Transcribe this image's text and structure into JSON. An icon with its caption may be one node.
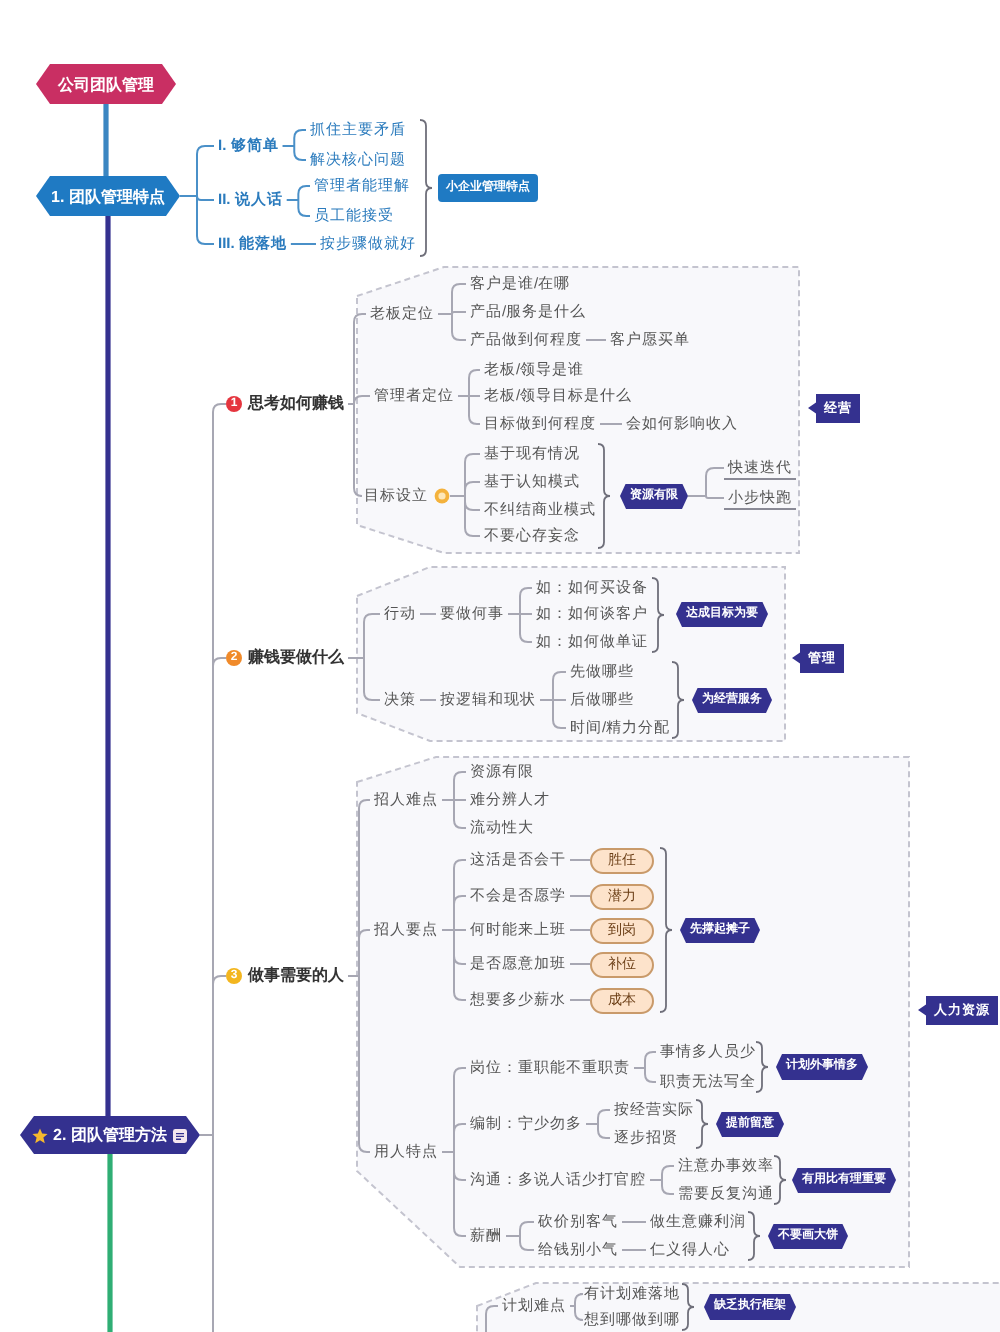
{
  "diagram": {
    "nodes": [
      {
        "text": [
          "公司团队管理"
        ]
      },
      {
        "text": [
          "1. 团队管理特点"
        ]
      },
      {
        "text": [
          "I. 够简单"
        ]
      },
      {
        "text": [
          "抓住主要矛盾"
        ]
      },
      {
        "text": [
          "解决核心问题"
        ]
      },
      {
        "text": [
          "II. 说人话"
        ]
      },
      {
        "text": [
          "管理者能理解"
        ]
      },
      {
        "text": [
          "员工能接受"
        ]
      },
      {
        "text": [
          "III. 能落地"
        ]
      },
      {
        "text": [
          "按步骤做就好"
        ]
      },
      {
        "text": [
          "小企业管理特点"
        ]
      },
      {
        "text": [
          "2. 团队管理方法"
        ]
      },
      {
        "text": [
          "1",
          "思考如何赚钱"
        ]
      },
      {
        "text": [],
        "shape": "box"
      },
      {
        "text": [
          "老板定位"
        ],
        "in": 13
      },
      {
        "text": [
          "客户是谁/在哪"
        ],
        "in": 13
      },
      {
        "text": [
          "产品/服务是什么"
        ],
        "in": 13
      },
      {
        "text": [
          "产品做到何程度"
        ],
        "in": 13
      },
      {
        "text": [
          "客户愿买单"
        ],
        "in": 13
      },
      {
        "text": [
          "管理者定位"
        ],
        "in": 13
      },
      {
        "text": [
          "老板/领导是谁"
        ],
        "in": 13
      },
      {
        "text": [
          "老板/领导目标是什么"
        ],
        "in": 13
      },
      {
        "text": [
          "目标做到何程度"
        ],
        "in": 13
      },
      {
        "text": [
          "会如何影响收入"
        ],
        "in": 13
      },
      {
        "text": [
          "目标设立"
        ],
        "in": 13
      },
      {
        "text": [
          "基于现有情况"
        ],
        "in": 13
      },
      {
        "text": [
          "基于认知模式"
        ],
        "in": 13
      },
      {
        "text": [
          "不纠结商业模式"
        ],
        "in": 13
      },
      {
        "text": [
          "不要心存妄念"
        ],
        "in": 13
      },
      {
        "text": [
          "资源有限"
        ],
        "in": 13
      },
      {
        "text": [
          "快速迭代"
        ],
        "in": 13
      },
      {
        "text": [
          "小步快跑"
        ],
        "in": 13
      },
      {
        "text": [
          "经营"
        ]
      },
      {
        "text": [
          "2",
          "赚钱要做什么"
        ]
      },
      {
        "text": [],
        "shape": "box"
      },
      {
        "text": [
          "行动"
        ],
        "in": 34
      },
      {
        "text": [
          "要做何事"
        ],
        "in": 34
      },
      {
        "text": [
          "如：如何买设备"
        ],
        "in": 34
      },
      {
        "text": [
          "如：如何谈客户"
        ],
        "in": 34
      },
      {
        "text": [
          "如：如何做单证"
        ],
        "in": 34
      },
      {
        "text": [
          "达成目标为要"
        ],
        "in": 34
      },
      {
        "text": [
          "决策"
        ],
        "in": 34
      },
      {
        "text": [
          "按逻辑和现状"
        ],
        "in": 34
      },
      {
        "text": [
          "先做哪些"
        ],
        "in": 34
      },
      {
        "text": [
          "后做哪些"
        ],
        "in": 34
      },
      {
        "text": [
          "时间/精力分配"
        ],
        "in": 34
      },
      {
        "text": [
          "为经营服务"
        ],
        "in": 34
      },
      {
        "text": [
          "管理"
        ]
      },
      {
        "text": [
          "3",
          "做事需要的人"
        ]
      },
      {
        "text": [],
        "shape": "box"
      },
      {
        "text": [
          "招人难点"
        ],
        "in": 49
      },
      {
        "text": [
          "资源有限"
        ],
        "in": 49
      },
      {
        "text": [
          "难分辨人才"
        ],
        "in": 49
      },
      {
        "text": [
          "流动性大"
        ],
        "in": 49
      },
      {
        "text": [
          "招人要点"
        ],
        "in": 49
      },
      {
        "text": [
          "这活是否会干"
        ],
        "in": 49
      },
      {
        "text": [
          "胜任"
        ],
        "in": 49
      },
      {
        "text": [
          "不会是否愿学"
        ],
        "in": 49
      },
      {
        "text": [
          "潜力"
        ],
        "in": 49
      },
      {
        "text": [
          "何时能来上班"
        ],
        "in": 49
      },
      {
        "text": [
          "到岗"
        ],
        "in": 49
      },
      {
        "text": [
          "是否愿意加班"
        ],
        "in": 49
      },
      {
        "text": [
          "补位"
        ],
        "in": 49
      },
      {
        "text": [
          "想要多少薪水"
        ],
        "in": 49
      },
      {
        "text": [
          "成本"
        ],
        "in": 49
      },
      {
        "text": [
          "先撑起摊子"
        ],
        "in": 49
      },
      {
        "text": [
          "用人特点"
        ],
        "in": 49
      },
      {
        "text": [
          "岗位：重职能不重职责"
        ],
        "in": 49
      },
      {
        "text": [
          "事情多人员少"
        ],
        "in": 49
      },
      {
        "text": [
          "职责无法写全"
        ],
        "in": 49
      },
      {
        "text": [
          "计划外事情多"
        ],
        "in": 49
      },
      {
        "text": [
          "编制：宁少勿多"
        ],
        "in": 49
      },
      {
        "text": [
          "按经营实际"
        ],
        "in": 49
      },
      {
        "text": [
          "逐步招贤"
        ],
        "in": 49
      },
      {
        "text": [
          "提前留意"
        ],
        "in": 49
      },
      {
        "text": [
          "沟通：多说人话少打官腔"
        ],
        "in": 49
      },
      {
        "text": [
          "注意办事效率"
        ],
        "in": 49
      },
      {
        "text": [
          "需要反复沟通"
        ],
        "in": 49
      },
      {
        "text": [
          "有用比有理重要"
        ],
        "in": 49
      },
      {
        "text": [
          "薪酬"
        ],
        "in": 49
      },
      {
        "text": [
          "砍价别客气"
        ],
        "in": 49
      },
      {
        "text": [
          "做生意赚利润"
        ],
        "in": 49
      },
      {
        "text": [
          "给钱别小气"
        ],
        "in": 49
      },
      {
        "text": [
          "仁义得人心"
        ],
        "in": 49
      },
      {
        "text": [
          "不要画大饼"
        ],
        "in": 49
      },
      {
        "text": [
          "人力资源"
        ]
      },
      {
        "text": [],
        "shape": "box"
      },
      {
        "text": [
          "计划难点"
        ],
        "in": 86
      },
      {
        "text": [
          "有计划难落地"
        ],
        "in": 86
      },
      {
        "text": [
          "想到哪做到哪"
        ],
        "in": 86
      },
      {
        "text": [
          "缺乏执行框架"
        ],
        "in": 86
      }
    ],
    "edges": [
      {
        "from": 0,
        "to": 1,
        "arrow": "none",
        "style": "thick",
        "color": "#3b86c2"
      },
      {
        "from": 1,
        "to": 11,
        "arrow": "none",
        "style": "thick",
        "color": "#34318f"
      },
      {
        "from": 11,
        "to": null,
        "arrow": "none",
        "style": "thick",
        "color": "#2fae74"
      },
      {
        "from": 1,
        "to": 2,
        "arrow": "none",
        "color": "#4a90c8"
      },
      {
        "from": 1,
        "to": 5,
        "arrow": "none",
        "color": "#4a90c8"
      },
      {
        "from": 1,
        "to": 8,
        "arrow": "none",
        "color": "#4a90c8"
      },
      {
        "from": 2,
        "to": 3,
        "arrow": "none",
        "color": "#4a90c8"
      },
      {
        "from": 2,
        "to": 4,
        "arrow": "none",
        "color": "#4a90c8"
      },
      {
        "from": 5,
        "to": 6,
        "arrow": "none",
        "color": "#4a90c8"
      },
      {
        "from": 5,
        "to": 7,
        "arrow": "none",
        "color": "#4a90c8"
      },
      {
        "from": 8,
        "to": 9,
        "arrow": "none",
        "color": "#4a90c8"
      },
      {
        "from": 11,
        "to": 12,
        "arrow": "none"
      },
      {
        "from": 11,
        "to": 33,
        "arrow": "none"
      },
      {
        "from": 11,
        "to": 48,
        "arrow": "none"
      },
      {
        "from": 11,
        "to": null,
        "arrow": "none"
      },
      {
        "from": 12,
        "to": 14,
        "arrow": "none"
      },
      {
        "from": 12,
        "to": 19,
        "arrow": "none"
      },
      {
        "from": 12,
        "to": 24,
        "arrow": "none"
      },
      {
        "from": 14,
        "to": 15,
        "arrow": "none"
      },
      {
        "from": 14,
        "to": 16,
        "arrow": "none"
      },
      {
        "from": 14,
        "to": 17,
        "arrow": "none"
      },
      {
        "from": 17,
        "to": 18,
        "arrow": "none"
      },
      {
        "from": 19,
        "to": 20,
        "arrow": "none"
      },
      {
        "from": 19,
        "to": 21,
        "arrow": "none"
      },
      {
        "from": 19,
        "to": 22,
        "arrow": "none"
      },
      {
        "from": 22,
        "to": 23,
        "arrow": "none"
      },
      {
        "from": 24,
        "to": 25,
        "arrow": "none"
      },
      {
        "from": 24,
        "to": 26,
        "arrow": "none"
      },
      {
        "from": 24,
        "to": 27,
        "arrow": "none"
      },
      {
        "from": 24,
        "to": 28,
        "arrow": "none"
      },
      {
        "from": 29,
        "to": 30,
        "arrow": "none"
      },
      {
        "from": 29,
        "to": 31,
        "arrow": "none"
      },
      {
        "from": 33,
        "to": 35,
        "arrow": "none"
      },
      {
        "from": 33,
        "to": 41,
        "arrow": "none"
      },
      {
        "from": 35,
        "to": 36,
        "arrow": "none"
      },
      {
        "from": 36,
        "to": 37,
        "arrow": "none"
      },
      {
        "from": 36,
        "to": 38,
        "arrow": "none"
      },
      {
        "from": 36,
        "to": 39,
        "arrow": "none"
      },
      {
        "from": 41,
        "to": 42,
        "arrow": "none"
      },
      {
        "from": 42,
        "to": 43,
        "arrow": "none"
      },
      {
        "from": 42,
        "to": 44,
        "arrow": "none"
      },
      {
        "from": 42,
        "to": 45,
        "arrow": "none"
      },
      {
        "from": 48,
        "to": 50,
        "arrow": "none"
      },
      {
        "from": 48,
        "to": 54,
        "arrow": "none"
      },
      {
        "from": 48,
        "to": 66,
        "arrow": "none"
      },
      {
        "from": 50,
        "to": 51,
        "arrow": "none"
      },
      {
        "from": 50,
        "to": 52,
        "arrow": "none"
      },
      {
        "from": 50,
        "to": 53,
        "arrow": "none"
      },
      {
        "from": 54,
        "to": 55,
        "arrow": "none"
      },
      {
        "from": 54,
        "to": 57,
        "arrow": "none"
      },
      {
        "from": 54,
        "to": 59,
        "arrow": "none"
      },
      {
        "from": 54,
        "to": 61,
        "arrow": "none"
      },
      {
        "from": 54,
        "to": 63,
        "arrow": "none"
      },
      {
        "from": 55,
        "to": 56,
        "arrow": "none"
      },
      {
        "from": 57,
        "to": 58,
        "arrow": "none"
      },
      {
        "from": 59,
        "to": 60,
        "arrow": "none"
      },
      {
        "from": 61,
        "to": 62,
        "arrow": "none"
      },
      {
        "from": 63,
        "to": 64,
        "arrow": "none"
      },
      {
        "from": 66,
        "to": 67,
        "arrow": "none"
      },
      {
        "from": 66,
        "to": 71,
        "arrow": "none"
      },
      {
        "from": 66,
        "to": 75,
        "arrow": "none"
      },
      {
        "from": 66,
        "to": 79,
        "arrow": "none"
      },
      {
        "from": 67,
        "to": 68,
        "arrow": "none"
      },
      {
        "from": 67,
        "to": 69,
        "arrow": "none"
      },
      {
        "from": 71,
        "to": 72,
        "arrow": "none"
      },
      {
        "from": 71,
        "to": 73,
        "arrow": "none"
      },
      {
        "from": 75,
        "to": 76,
        "arrow": "none"
      },
      {
        "from": 75,
        "to": 77,
        "arrow": "none"
      },
      {
        "from": 79,
        "to": 80,
        "arrow": "none"
      },
      {
        "from": 79,
        "to": 82,
        "arrow": "none"
      },
      {
        "from": 80,
        "to": 81,
        "arrow": "none"
      },
      {
        "from": 82,
        "to": 83,
        "arrow": "none"
      },
      {
        "from": null,
        "to": 87,
        "arrow": "none"
      },
      {
        "from": 87,
        "to": 88,
        "arrow": "none"
      },
      {
        "from": 87,
        "to": 89,
        "arrow": "none"
      }
    ]
  }
}
